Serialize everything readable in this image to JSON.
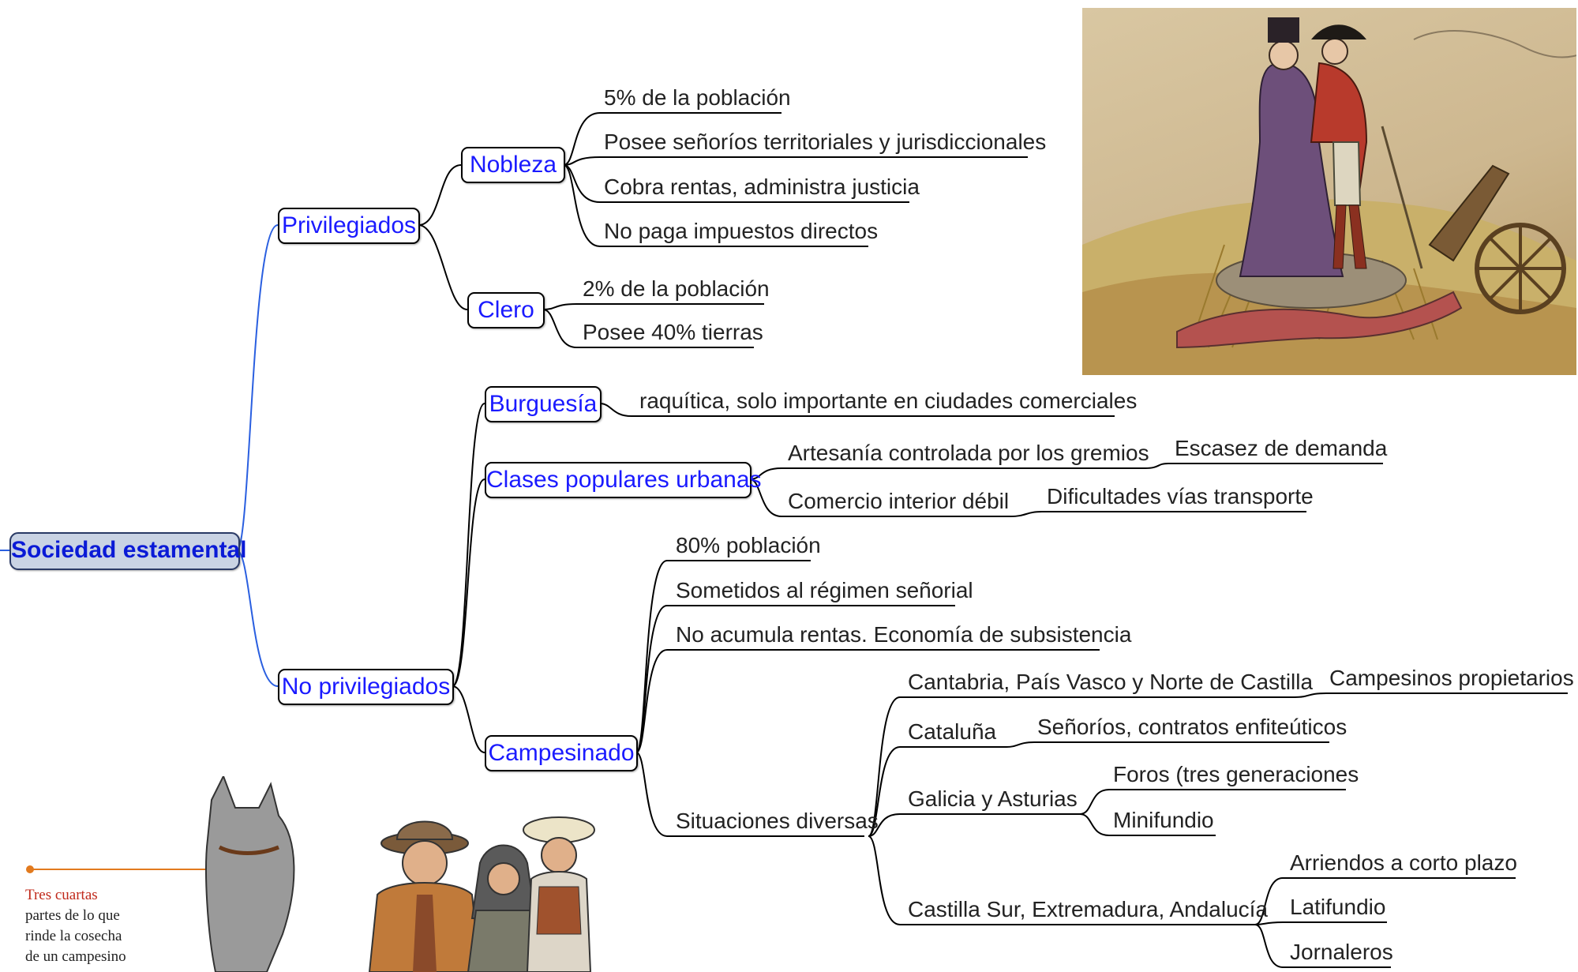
{
  "mindmap": {
    "root": "Sociedad estamental",
    "privilegiados": {
      "label": "Privilegiados",
      "nobleza": {
        "label": "Nobleza",
        "items": [
          "5% de la población",
          "Posee señoríos territoriales y jurisdiccionales",
          "Cobra rentas, administra justicia",
          "No paga impuestos directos"
        ]
      },
      "clero": {
        "label": "Clero",
        "items": [
          "2% de la población",
          "Posee 40% tierras"
        ]
      }
    },
    "no_privilegiados": {
      "label": "No privilegiados",
      "burguesia": {
        "label": "Burguesía",
        "items": [
          "raquítica, solo importante en ciudades comerciales"
        ]
      },
      "clases_populares": {
        "label": "Clases populares urbanas",
        "artesania": "Artesanía controlada por los gremios",
        "escasez": "Escasez de demanda",
        "comercio": "Comercio interior débil",
        "dificultades": "Dificultades vías transporte"
      },
      "campesinado": {
        "label": "Campesinado",
        "items": [
          "80% población",
          "Sometidos al régimen señorial",
          "No acumula rentas. Economía de subsistencia"
        ],
        "situaciones": {
          "label": "Situaciones diversas",
          "cantabria": {
            "label": "Cantabria, País Vasco y Norte de Castilla",
            "items": [
              "Campesinos propietarios"
            ]
          },
          "cataluna": {
            "label": "Cataluña",
            "items": [
              "Señoríos, contratos enfiteúticos"
            ]
          },
          "galicia": {
            "label": "Galicia y Asturias",
            "items": [
              "Foros (tres generaciones",
              "Minifundio"
            ]
          },
          "castilla_sur": {
            "label": "Castilla Sur, Extremadura, Andalucía",
            "items": [
              "Arriendos a corto plazo",
              "Latifundio",
              "Jornaleros"
            ]
          }
        }
      }
    }
  },
  "illustration_caption": {
    "line1": "Tres cuartas",
    "line2": "partes de lo que",
    "line3": "rinde la cosecha",
    "line4": "de un campesino"
  }
}
